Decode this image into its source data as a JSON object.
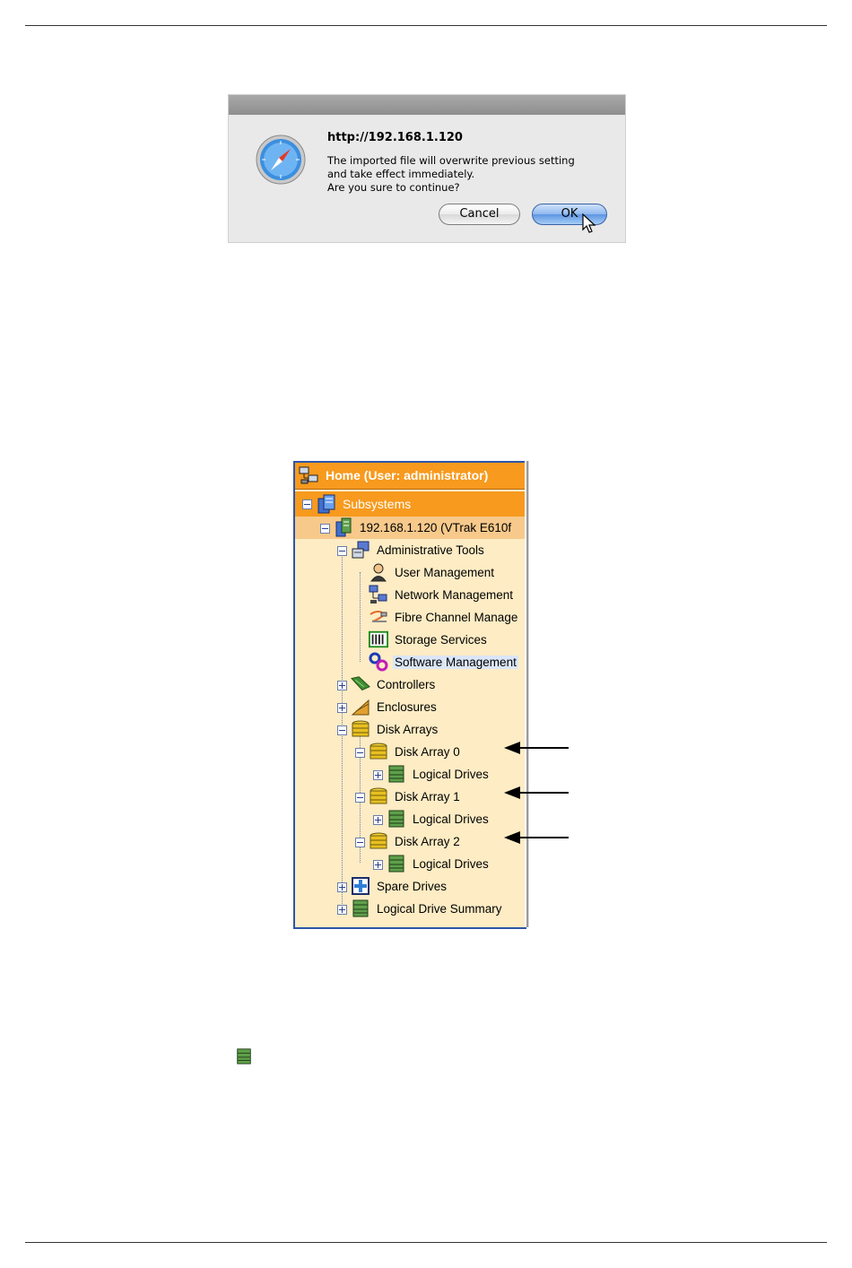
{
  "dialog": {
    "host": "http://192.168.1.120",
    "message_lines": [
      "The imported file will overwrite previous setting",
      "and take effect immediately.",
      "Are you sure to continue?"
    ],
    "cancel_label": "Cancel",
    "ok_label": "OK"
  },
  "tree": {
    "home": "Home (User: administrator)",
    "subsystems": "Subsystems",
    "system": "192.168.1.120 (VTrak E610f",
    "admin_tools": "Administrative Tools",
    "user_management": "User Management",
    "network_management": "Network Management",
    "fibre_channel": "Fibre Channel Manage",
    "storage_services": "Storage Services",
    "software_management": "Software Management",
    "controllers": "Controllers",
    "enclosures": "Enclosures",
    "disk_arrays": "Disk Arrays",
    "disk_array_0": "Disk Array 0",
    "disk_array_1": "Disk Array 1",
    "disk_array_2": "Disk Array 2",
    "logical_drives": "Logical Drives",
    "spare_drives": "Spare Drives",
    "logical_drive_summary": "Logical Drive Summary"
  },
  "colors": {
    "tree_bg": "#fdecc4",
    "tree_header": "#f79a1e",
    "tree_border": "#2d55a8",
    "selection": "#dbe6f7"
  },
  "icons": [
    "safari-icon",
    "cursor-icon",
    "home-network-icon",
    "subsystem-icon",
    "server-icon",
    "admin-tools-icon",
    "user-icon",
    "network-icon",
    "fibre-channel-icon",
    "storage-services-icon",
    "software-gear-icon",
    "controller-icon",
    "enclosure-icon",
    "disk-array-icon",
    "logical-drive-icon",
    "spare-drive-icon",
    "arrow-left-icon"
  ]
}
